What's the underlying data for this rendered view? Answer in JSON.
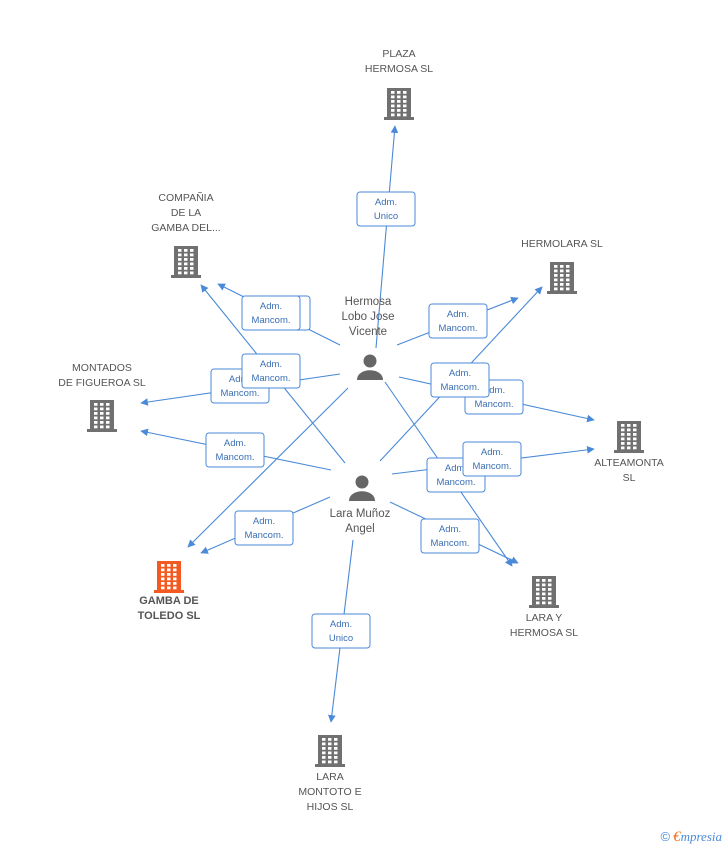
{
  "colors": {
    "company": "#707070",
    "highlight": "#f25a22",
    "person": "#666666",
    "edge": "#4a8ad8",
    "edge_text": "#3a6fb5"
  },
  "persons": [
    {
      "id": "p1",
      "lines": [
        "Hermosa",
        "Lobo Jose",
        "Vicente"
      ],
      "icon": "person-icon"
    },
    {
      "id": "p2",
      "lines": [
        "Lara Muñoz",
        "Angel"
      ],
      "icon": "person-icon"
    }
  ],
  "companies": [
    {
      "id": "plaza",
      "lines": [
        "PLAZA",
        "HERMOSA SL"
      ],
      "icon": "building-icon",
      "highlight": false
    },
    {
      "id": "compania",
      "lines": [
        "COMPAÑIA",
        "DE LA",
        "GAMBA DEL..."
      ],
      "icon": "building-icon",
      "highlight": false
    },
    {
      "id": "hermolara",
      "lines": [
        "HERMOLARA  SL"
      ],
      "icon": "building-icon",
      "highlight": false
    },
    {
      "id": "montados",
      "lines": [
        "MONTADOS",
        "DE FIGUEROA SL"
      ],
      "icon": "building-icon",
      "highlight": false
    },
    {
      "id": "alteamonta",
      "lines": [
        "ALTEAMONTA",
        "SL"
      ],
      "icon": "building-icon",
      "highlight": false
    },
    {
      "id": "gamba",
      "lines": [
        "GAMBA DE",
        "TOLEDO SL"
      ],
      "icon": "building-icon",
      "highlight": true
    },
    {
      "id": "laray",
      "lines": [
        "LARA Y",
        "HERMOSA SL"
      ],
      "icon": "building-icon",
      "highlight": false
    },
    {
      "id": "laramontoto",
      "lines": [
        "LARA",
        "MONTOTO E",
        "HIJOS SL"
      ],
      "icon": "building-icon",
      "highlight": false
    }
  ],
  "edges": [
    {
      "from": "p1",
      "to": "plaza",
      "label": [
        "Adm.",
        "Unico"
      ]
    },
    {
      "from": "p1",
      "to": "compania",
      "label": [
        "Adm.",
        "Mancom."
      ]
    },
    {
      "from": "p1",
      "to": "hermolara",
      "label": [
        "Adm.",
        "Mancom."
      ]
    },
    {
      "from": "p1",
      "to": "montados",
      "label": [
        "Adm.",
        "Mancom."
      ]
    },
    {
      "from": "p1",
      "to": "alteamonta",
      "label": [
        "Adm.",
        "Mancom."
      ]
    },
    {
      "from": "p1",
      "to": "gamba",
      "label": [
        "Adm.",
        "Mancom."
      ]
    },
    {
      "from": "p1",
      "to": "laray",
      "label": [
        "Adm.",
        "Mancom."
      ]
    },
    {
      "from": "p2",
      "to": "compania",
      "label": [
        "Adm.",
        "Mancom."
      ]
    },
    {
      "from": "p2",
      "to": "hermolara",
      "label": [
        "Adm.",
        "Mancom."
      ]
    },
    {
      "from": "p2",
      "to": "montados",
      "label": [
        "Adm.",
        "Mancom."
      ]
    },
    {
      "from": "p2",
      "to": "alteamonta",
      "label": [
        "Adm.",
        "Mancom."
      ]
    },
    {
      "from": "p2",
      "to": "gamba",
      "label": [
        "Adm.",
        "Mancom."
      ]
    },
    {
      "from": "p2",
      "to": "laray",
      "label": [
        "Adm.",
        "Mancom."
      ]
    },
    {
      "from": "p2",
      "to": "laramontoto",
      "label": [
        "Adm.",
        "Unico"
      ]
    }
  ],
  "footer": {
    "copyright": "©",
    "brand_initial": "€",
    "brand_rest": "mpresia"
  }
}
